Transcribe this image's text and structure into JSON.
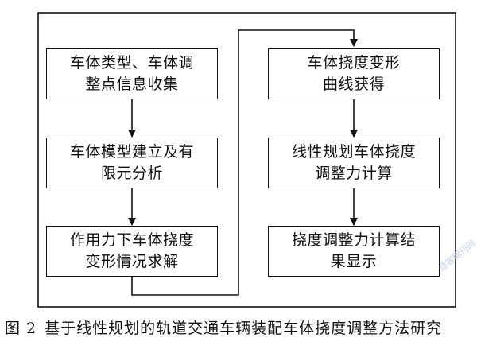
{
  "diagram": {
    "left_column": [
      {
        "line1": "车体类型、车体调",
        "line2": "整点信息收集"
      },
      {
        "line1": "车体模型建立及有",
        "line2": "限元分析"
      },
      {
        "line1": "作用力下车体挠度",
        "line2": "变形情况求解"
      }
    ],
    "right_column": [
      {
        "line1": "车体挠度变形",
        "line2": "曲线获得"
      },
      {
        "line1": "线性规划车体挠度",
        "line2": "调整力计算"
      },
      {
        "line1": "挠度调整力计算结",
        "line2": "果显示"
      }
    ]
  },
  "caption": {
    "figure_number": "图 2",
    "title": "基于线性规划的轨道交通车辆装配车体挠度调整方法研究"
  },
  "watermark": "道客期刊网"
}
